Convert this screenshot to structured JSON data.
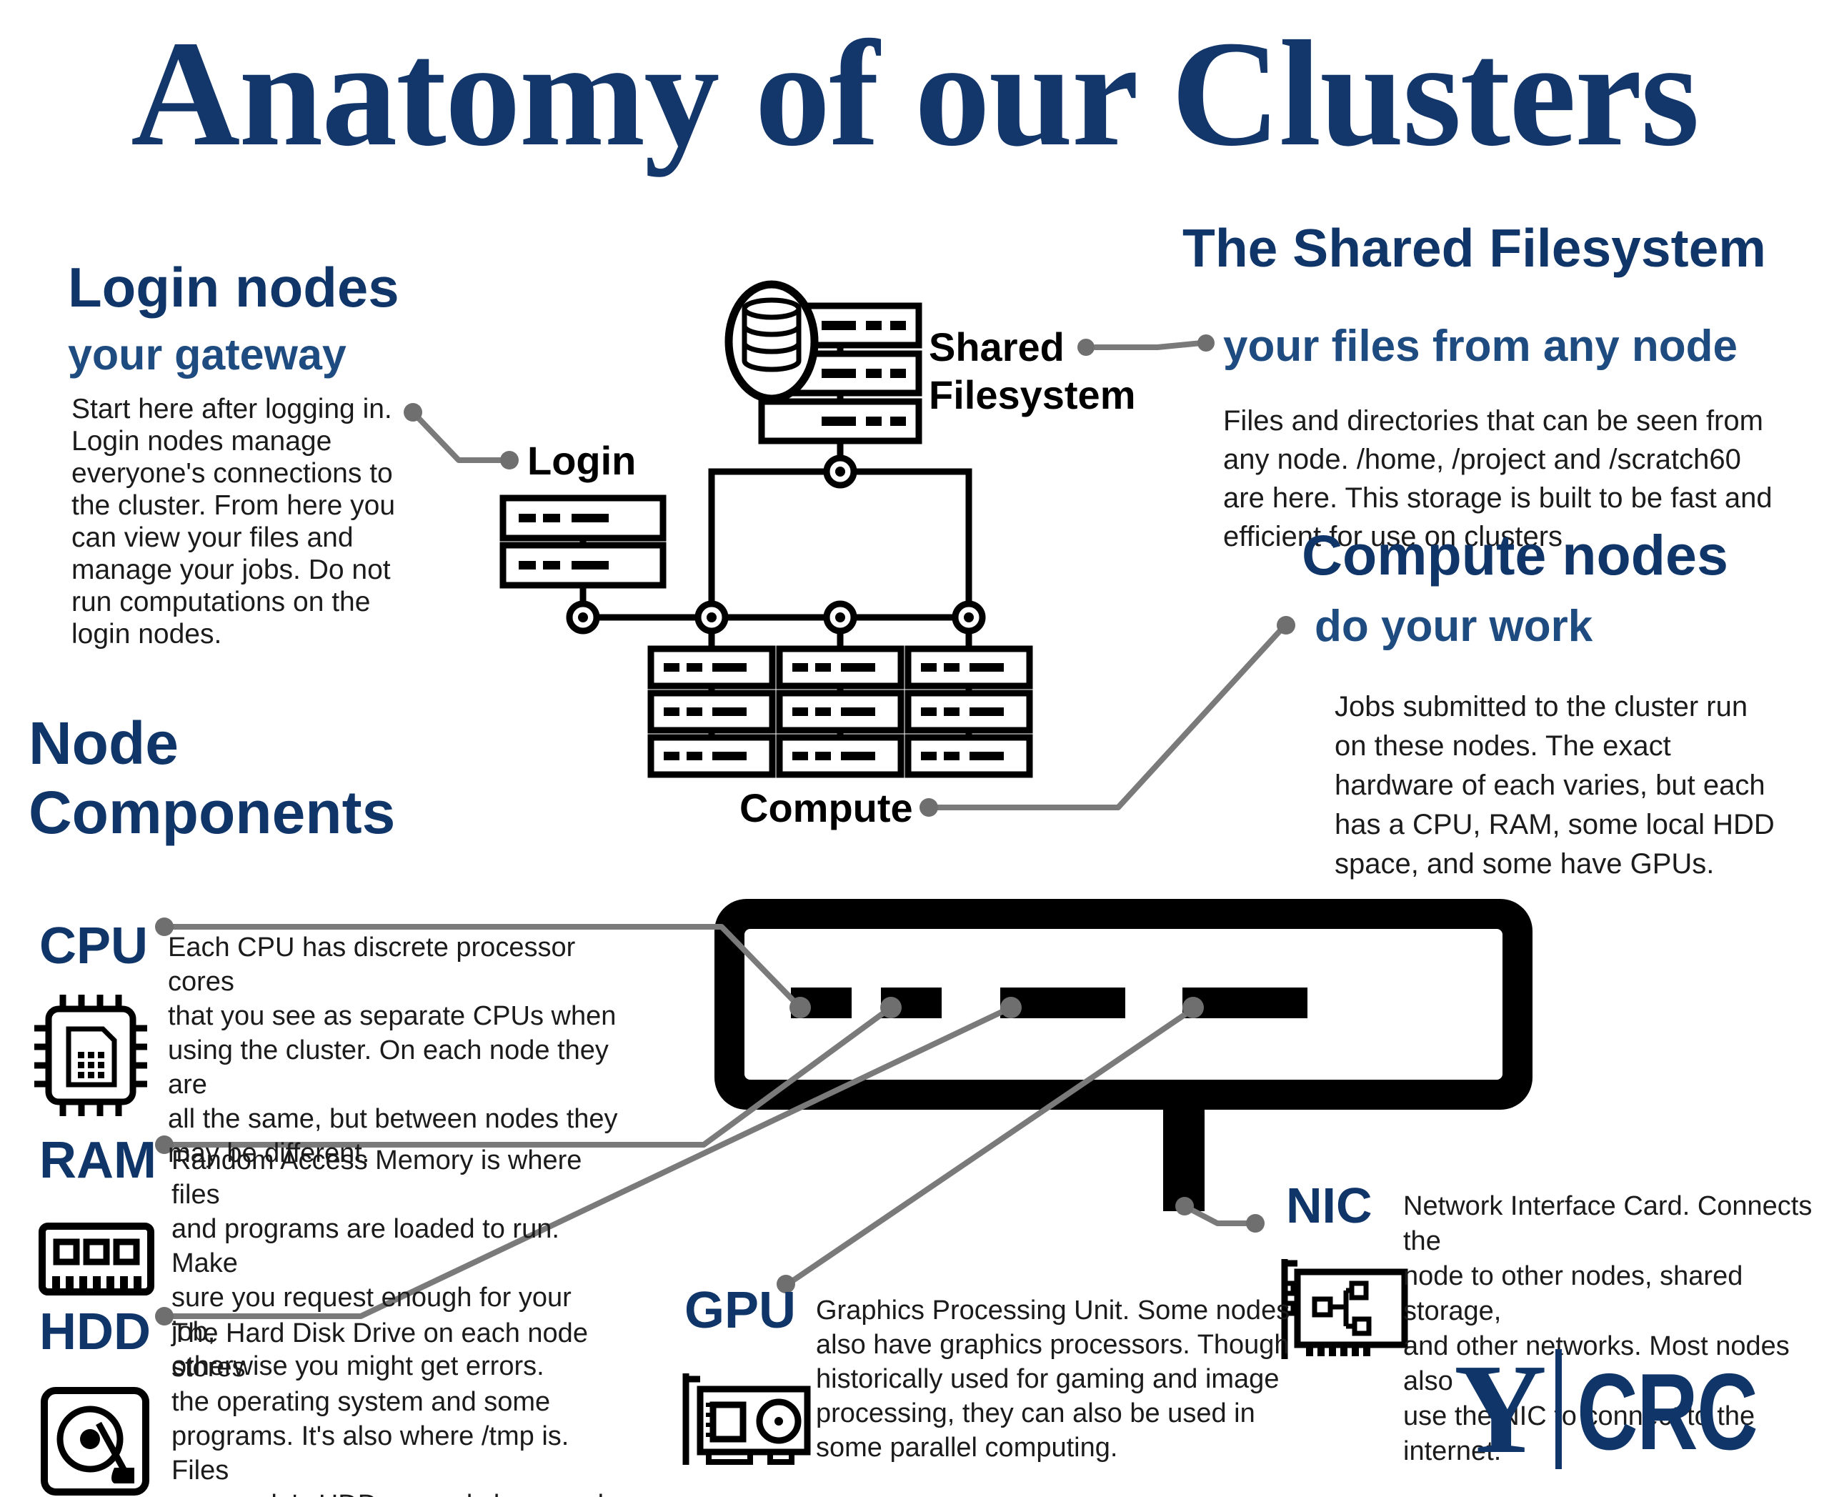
{
  "title": "Anatomy of our Clusters",
  "colors": {
    "navy_heading": "#0f3569",
    "blue_subheading": "#1e4b80",
    "body_text": "#1b1b1b",
    "connector_gray": "#7a7a7a",
    "diagram_black": "#000000",
    "background": "#ffffff"
  },
  "login_section": {
    "heading": "Login nodes",
    "subheading": "your gateway",
    "body": "Start here after logging in.\nLogin nodes manage\neveryone's connections  to\nthe cluster. From here  you\ncan view your files  and\nmanage your jobs. Do not\nrun computations on the\nlogin nodes.",
    "diagram_label": "Login"
  },
  "shared_section": {
    "heading": "The Shared Filesystem",
    "subheading": "your files from any node",
    "body": "Files and directories that can be seen from\nany node. /home, /project and /scratch60\nare here. This storage is built to be fast and\nefficient for use on clusters",
    "diagram_label_line1": "Shared",
    "diagram_label_line2": "Filesystem"
  },
  "compute_section": {
    "heading": "Compute nodes",
    "subheading": "do your work",
    "body": "Jobs submitted to the cluster run\non these nodes. The exact\nhardware of each varies, but each\nhas a CPU, RAM, some local HDD\nspace, and some have GPUs.",
    "diagram_label": "Compute"
  },
  "node_components": {
    "heading": "Node\nComponents"
  },
  "components": {
    "cpu": {
      "label": "CPU",
      "icon": "cpu-chip-icon",
      "body": "Each CPU has discrete processor cores\nthat you see as separate CPUs when\nusing the cluster. On each node they are\nall the same, but between nodes they\nmay be different."
    },
    "ram": {
      "label": "RAM",
      "icon": "ram-stick-icon",
      "body": "Random Access Memory is where files\nand programs are loaded to run. Make\nsure you request enough for your job,\notherwise you might get errors."
    },
    "hdd": {
      "label": "HDD",
      "icon": "hard-disk-icon",
      "body": "The Hard Disk Drive on each node stores\nthe operating system and some\nprograms. It's also where /tmp is. Files\non a node's HDD can only be seen by\nthat node."
    },
    "gpu": {
      "label": "GPU",
      "icon": "gpu-card-icon",
      "body": "Graphics Processing Unit. Some nodes\nalso have graphics processors. Though\nhistorically used for gaming and image\nprocessing, they can also be used in\nsome parallel computing."
    },
    "nic": {
      "label": "NIC",
      "icon": "network-card-icon",
      "body": "Network Interface Card. Connects the\nnode to other nodes, shared storage,\nand other networks. Most nodes also\nuse the NIC to connect to the internet."
    }
  },
  "logo": {
    "y": "Y",
    "crc": "CRC"
  }
}
